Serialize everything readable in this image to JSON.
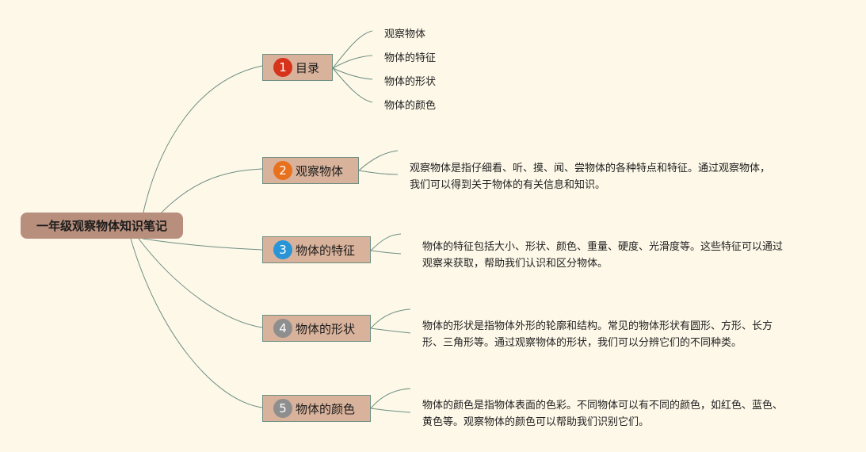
{
  "root": {
    "label": "一年级观察物体知识笔记"
  },
  "toc": {
    "number": "1",
    "label": "目录",
    "color": "#d7321a",
    "items": [
      "观察物体",
      "物体的特征",
      "物体的形状",
      "物体的颜色"
    ]
  },
  "topics": [
    {
      "number": "2",
      "label": "观察物体",
      "color": "#e8711e",
      "lines": [
        "观察物体是指仔细看、听、摸、闻、尝物体的各种特点和特征。通过观察物体，",
        "我们可以得到关于物体的有关信息和知识。"
      ]
    },
    {
      "number": "3",
      "label": "物体的特征",
      "color": "#2a95d6",
      "lines": [
        "物体的特征包括大小、形状、颜色、重量、硬度、光滑度等。这些特征可以通过",
        "观察来获取，帮助我们认识和区分物体。"
      ]
    },
    {
      "number": "4",
      "label": "物体的形状",
      "color": "#8e8e8e",
      "lines": [
        "物体的形状是指物体外形的轮廓和结构。常见的物体形状有圆形、方形、长方",
        "形、三角形等。通过观察物体的形状，我们可以分辨它们的不同种类。"
      ]
    },
    {
      "number": "5",
      "label": "物体的颜色",
      "color": "#8e8e8e",
      "lines": [
        "物体的颜色是指物体表面的色彩。不同物体可以有不同的颜色，如红色、蓝色、",
        "黄色等。观察物体的颜色可以帮助我们识别它们。"
      ]
    }
  ],
  "colors": {
    "background": "#fdf8e8",
    "root_fill": "#b88e7c",
    "topic_fill": "#d9b29b",
    "connector": "#6f8f83"
  }
}
